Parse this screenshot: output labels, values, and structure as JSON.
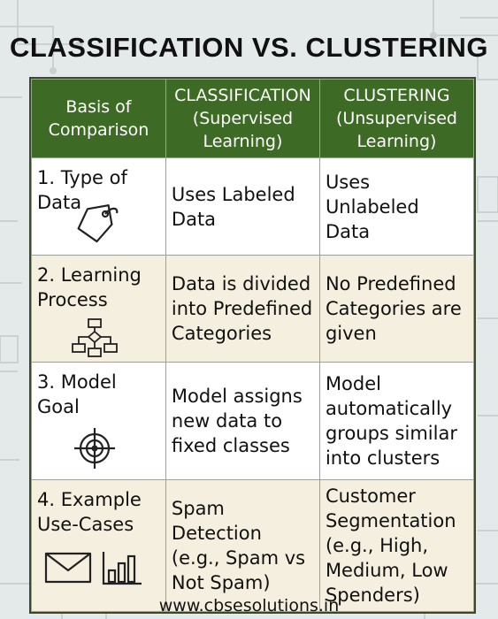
{
  "title": "CLASSIFICATION VS. CLUSTERING",
  "header": {
    "basis": "Basis of Comparison",
    "classification_line1": "CLASSIFICATION",
    "classification_line2": "(Supervised Learning)",
    "clustering_line1": "CLUSTERING",
    "clustering_line2": "(Unsupervised Learning)"
  },
  "rows": [
    {
      "basis": "1. Type of Data",
      "classification": "Uses Labeled Data",
      "clustering": "Uses Unlabeled Data",
      "icons": [
        "price-tag-icon"
      ]
    },
    {
      "basis": "2. Learning Process",
      "classification": "Data is divided into Predefined Categories",
      "clustering": "No Predefined Categories are given",
      "icons": [
        "flowchart-icon"
      ]
    },
    {
      "basis": "3. Model Goal",
      "classification": "Model assigns new data to fixed classes",
      "clustering": "Model automatically groups similar into clusters",
      "icons": [
        "target-icon"
      ]
    },
    {
      "basis": "4. Example Use-Cases",
      "classification": "Spam Detection (e.g., Spam vs Not Spam)",
      "clustering": "Customer Segmentation (e.g., High, Medium, Low Spenders)",
      "icons": [
        "envelope-icon",
        "bar-chart-icon"
      ]
    }
  ],
  "footer": "www.cbsesolutions.in",
  "colors": {
    "header_green": "#3d6a24",
    "row_cream": "#f4efdf",
    "background": "#e4e9ea"
  }
}
